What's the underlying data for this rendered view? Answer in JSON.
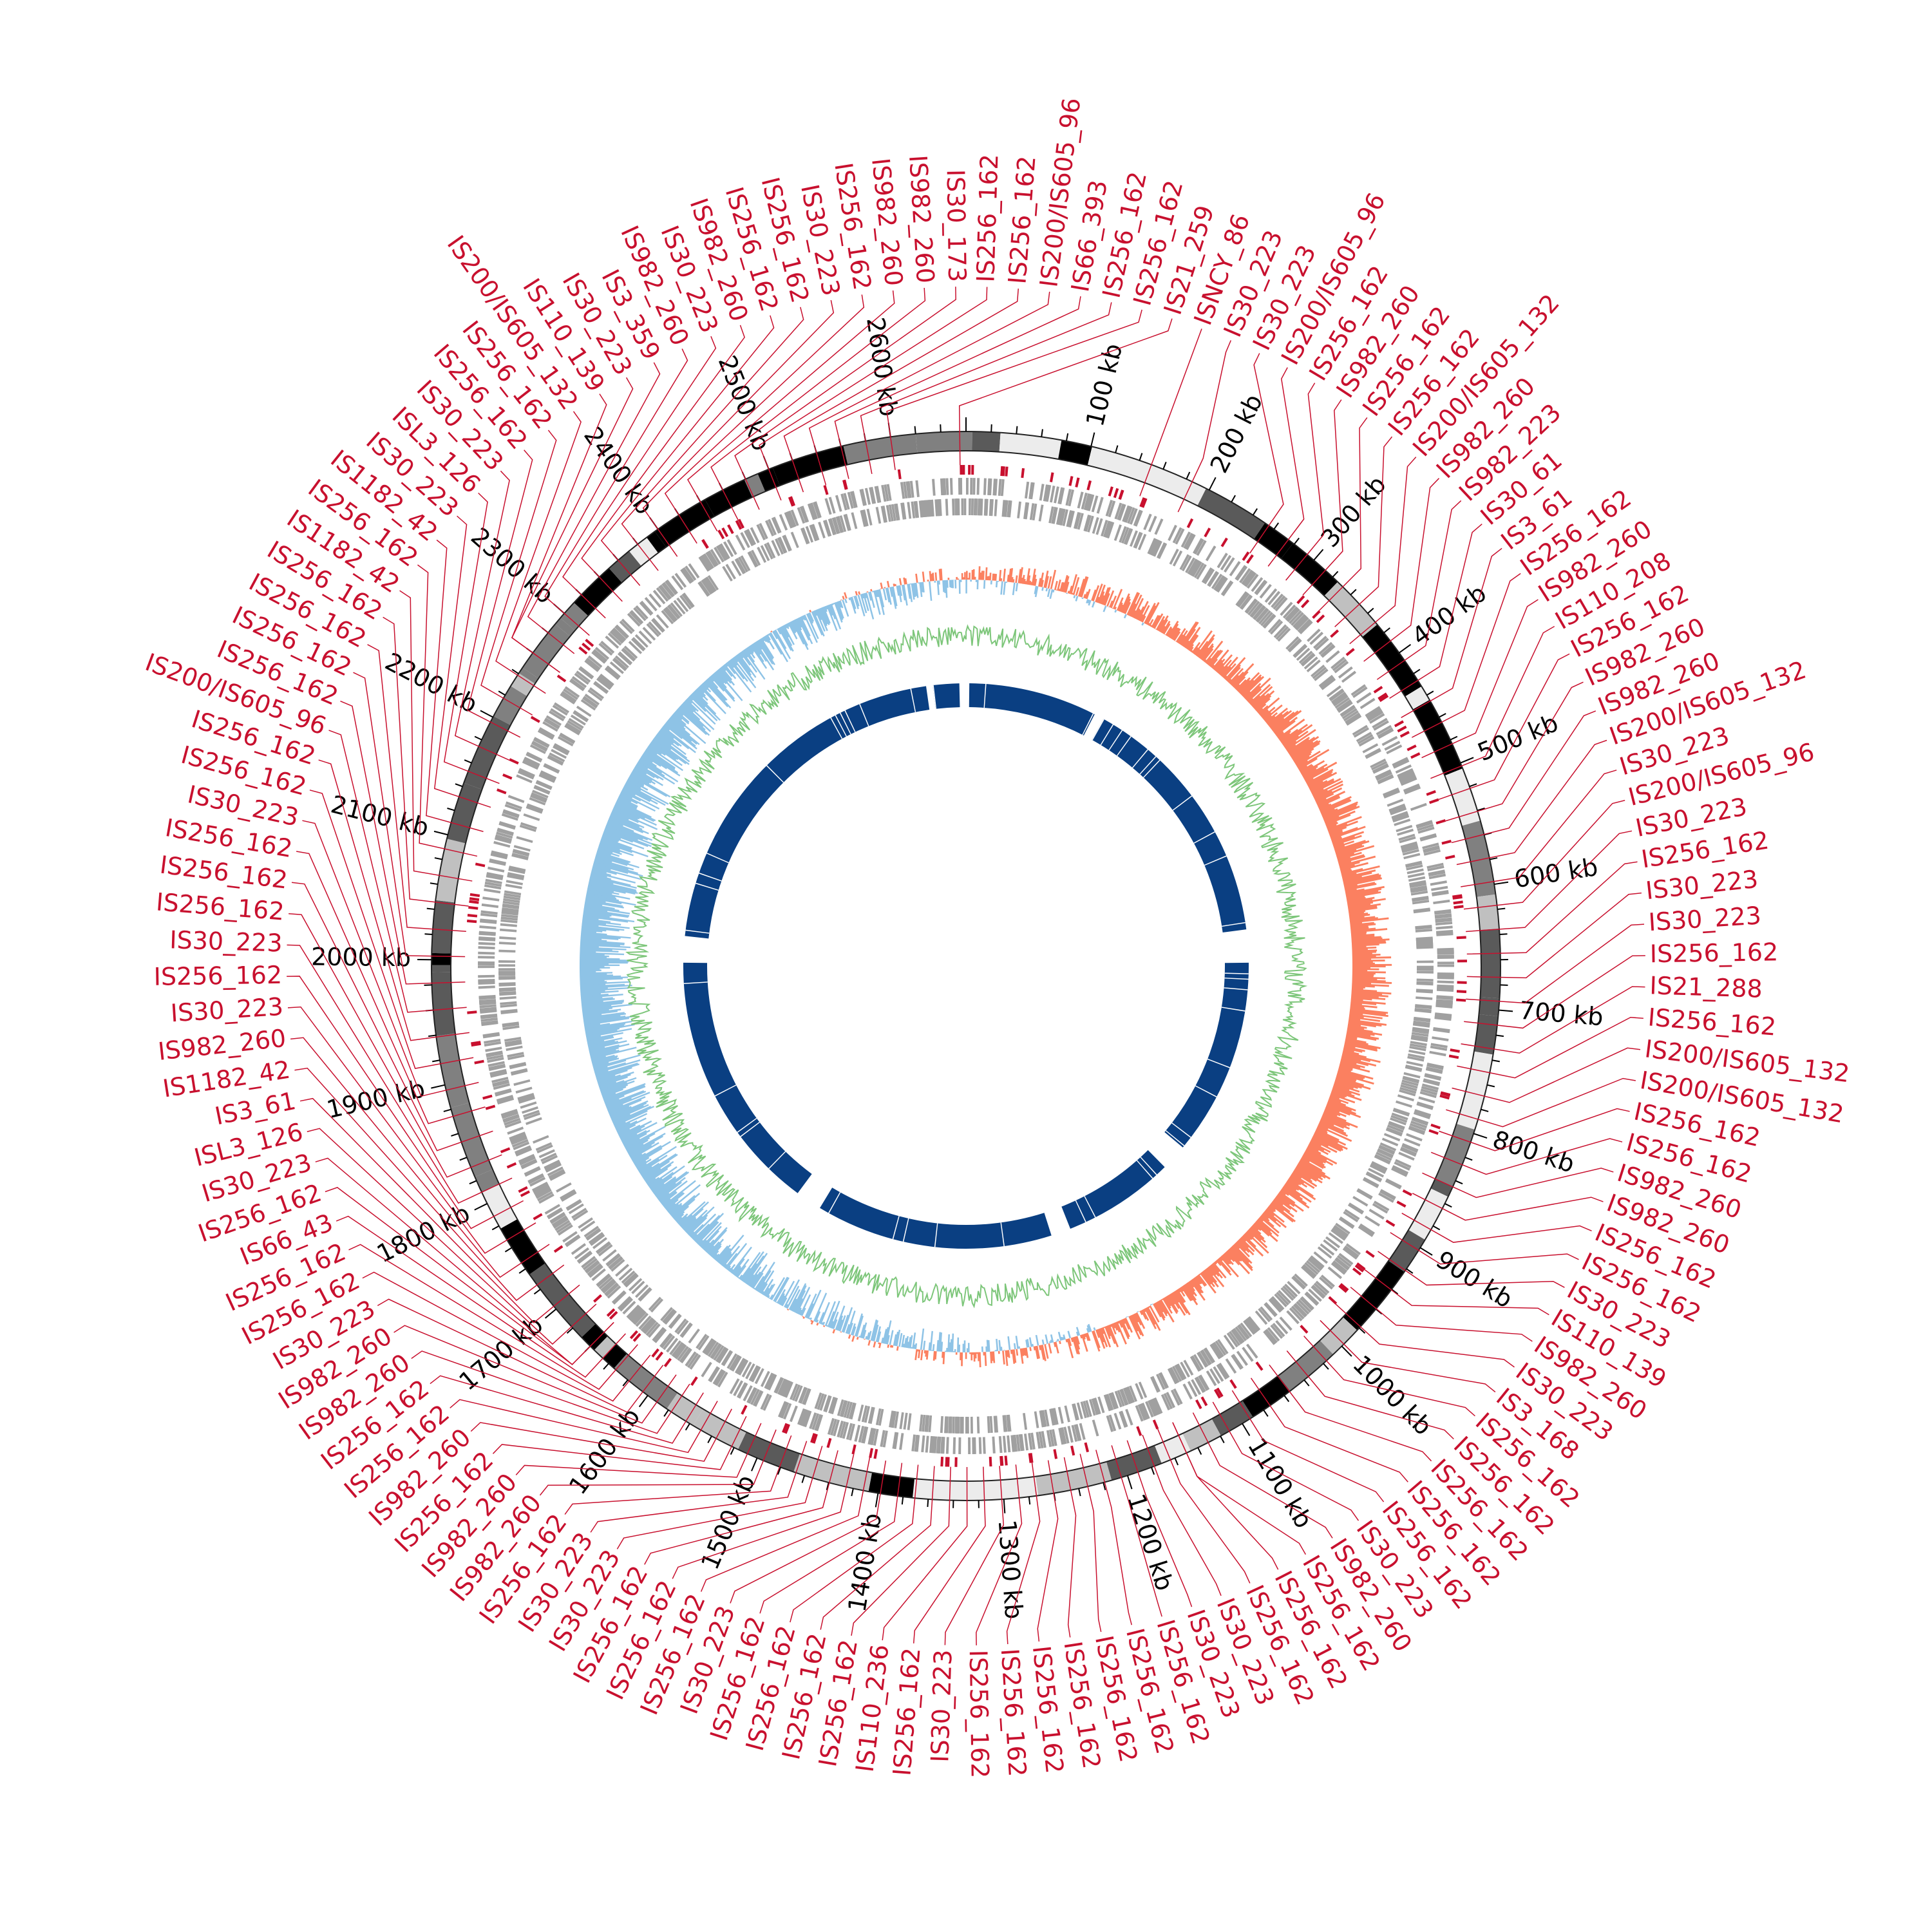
{
  "genome_kb": 2660,
  "colors": {
    "insertion": "#c8102e",
    "gc_positive": "#fb8060",
    "gc_negative": "#8ec3e6",
    "gc_line": "#7dc67a",
    "features": "#a0a0a0",
    "blocks": "#0a3f82",
    "ideogram_dark": "#000000",
    "ideogram_mid": "#5a5a5a",
    "ideogram_light": "#c0c0c0"
  },
  "tick_labels": [
    "100 kb",
    "200 kb",
    "300 kb",
    "400 kb",
    "500 kb",
    "600 kb",
    "700 kb",
    "800 kb",
    "900 kb",
    "1000 kb",
    "1100 kb",
    "1200 kb",
    "1300 kb",
    "1400 kb",
    "1500 kb",
    "1600 kb",
    "1700 kb",
    "1800 kb",
    "1900 kb",
    "2000 kb",
    "2100 kb",
    "2200 kb",
    "2300 kb",
    "2400 kb",
    "2500 kb",
    "2600 kb"
  ],
  "insertion_groups": [
    {
      "range_kb": [
        2655,
        2660
      ],
      "labels": [
        "IS21_259"
      ]
    },
    {
      "range_kb": [
        150,
        185
      ],
      "labels": [
        "ISNCY_86",
        "IS30_223"
      ]
    },
    {
      "range_kb": [
        255,
        1150
      ],
      "labels": [
        "IS30_223",
        "IS200/IS605_96",
        "IS256_162",
        "IS982_260",
        "IS256_162",
        "IS256_162",
        "IS200/IS605_132",
        "IS982_260",
        "IS982_223",
        "IS30_61",
        "IS3_61",
        "IS256_162",
        "IS982_260",
        "IS110_208",
        "IS256_162",
        "IS982_260",
        "IS982_260",
        "IS200/IS605_132",
        "IS30_223",
        "IS200/IS605_96",
        "IS30_223",
        "IS256_162",
        "IS30_223",
        "IS30_223",
        "IS256_162",
        "IS21_288",
        "IS256_162",
        "IS200/IS605_132",
        "IS200/IS605_132",
        "IS256_162",
        "IS256_162",
        "IS982_260",
        "IS982_260",
        "IS256_162",
        "IS256_162",
        "IS30_223",
        "IS110_139",
        "IS982_260",
        "IS30_223",
        "IS3_168",
        "IS256_162",
        "IS256_162",
        "IS256_162",
        "IS256_162",
        "IS256_162",
        "IS30_223",
        "IS982_260",
        "IS256_162"
      ]
    },
    {
      "range_kb": [
        1150,
        1660
      ],
      "labels": [
        "IS256_162",
        "IS256_162",
        "IS30_223",
        "IS30_223",
        "IS256_162",
        "IS256_162",
        "IS256_162",
        "IS256_162",
        "IS256_162",
        "IS256_162",
        "IS256_162",
        "IS30_223",
        "IS256_162",
        "IS110_236",
        "IS256_162",
        "IS256_162",
        "IS256_162",
        "IS256_162",
        "IS30_223",
        "IS256_162",
        "IS256_162",
        "IS256_162",
        "IS30_223",
        "IS30_223",
        "IS256_162",
        "IS982_260",
        "IS982_260",
        "IS256_162",
        "IS982_260",
        "IS256_162",
        "IS256_162",
        "IS982_260",
        "IS982_260",
        "IS30_223",
        "IS256_162",
        "IS256_162",
        "IS66_43",
        "IS256_162"
      ]
    },
    {
      "range_kb": [
        1660,
        2260
      ],
      "labels": [
        "IS30_223",
        "ISL3_126",
        "IS3_61",
        "IS1182_42",
        "IS982_260",
        "IS30_223",
        "IS256_162",
        "IS30_223",
        "IS256_162",
        "IS256_162",
        "IS256_162",
        "IS30_223",
        "IS256_162",
        "IS256_162",
        "IS200/IS605_96",
        "IS256_162",
        "IS256_162",
        "IS256_162",
        "IS256_162",
        "IS1182_42",
        "IS256_162",
        "IS1182_42",
        "IS30_223",
        "ISL3_126",
        "IS30_223",
        "IS256_162",
        "IS256_162",
        "IS200/IS605_132",
        "IS110_139"
      ]
    },
    {
      "range_kb": [
        2260,
        2600
      ],
      "labels": [
        "IS30_223",
        "IS3_359",
        "IS982_260",
        "IS30_223",
        "IS982_260",
        "IS256_162",
        "IS256_162",
        "IS30_223",
        "IS256_162",
        "IS982_260",
        "IS982_260",
        "IS30_173",
        "IS256_162",
        "IS256_162",
        "IS200/IS605_96",
        "IS66_393",
        "IS256_162",
        "IS256_162"
      ]
    }
  ]
}
